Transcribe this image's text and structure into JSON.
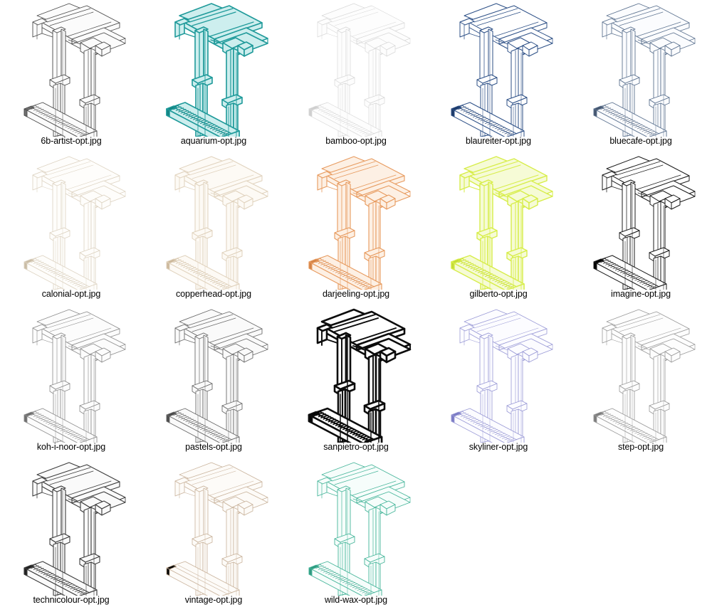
{
  "view": {
    "type": "thumbnail-grid",
    "columns": 5,
    "rows": 4,
    "background": "#ffffff",
    "item_count": 18
  },
  "items": [
    {
      "label": "6b-artist-opt.jpg",
      "stroke": "#4a4a4a",
      "fill": "#fbfbfb",
      "accent": "#6f6f6f",
      "stroke_width": 0.9,
      "opacity": 1
    },
    {
      "label": "aquarium-opt.jpg",
      "stroke": "#1f9a9a",
      "fill": "#cdeeee",
      "accent": "#13807f",
      "stroke_width": 1.6,
      "opacity": 1
    },
    {
      "label": "bamboo-opt.jpg",
      "stroke": "#d8d8d8",
      "fill": "#fdfdfd",
      "accent": "#cfcfcf",
      "stroke_width": 0.7,
      "opacity": 1
    },
    {
      "label": "blaureiter-opt.jpg",
      "stroke": "#2c4f86",
      "fill": "#ffffff",
      "accent": "#1d3a68",
      "stroke_width": 1.0,
      "opacity": 1
    },
    {
      "label": "bluecafe-opt.jpg",
      "stroke": "#5d7390",
      "fill": "#fbfcfe",
      "accent": "#46566f",
      "stroke_width": 0.9,
      "opacity": 1
    },
    {
      "label": "calonial-opt.jpg",
      "stroke": "#ddd3c2",
      "fill": "#fefdfb",
      "accent": "#cabda6",
      "stroke_width": 0.8,
      "opacity": 1
    },
    {
      "label": "copperhead-opt.jpg",
      "stroke": "#e0d2bd",
      "fill": "#fdfaf5",
      "accent": "#cbb79a",
      "stroke_width": 1.0,
      "opacity": 1
    },
    {
      "label": "darjeeling-opt.jpg",
      "stroke": "#e79a5e",
      "fill": "#fdf0e4",
      "accent": "#d48245",
      "stroke_width": 1.1,
      "opacity": 1
    },
    {
      "label": "gilberto-opt.jpg",
      "stroke": "#d7ed4a",
      "fill": "#f6fbd6",
      "accent": "#c3d934",
      "stroke_width": 1.4,
      "opacity": 1
    },
    {
      "label": "imagine-opt.jpg",
      "stroke": "#1b1b1b",
      "fill": "#ffffff",
      "accent": "#000000",
      "stroke_width": 1.0,
      "opacity": 1
    },
    {
      "label": "koh-i-noor-opt.jpg",
      "stroke": "#8c8c8c",
      "fill": "#fcfcfc",
      "accent": "#6e6e6e",
      "stroke_width": 0.8,
      "opacity": 1
    },
    {
      "label": "pastels-opt.jpg",
      "stroke": "#6b6b6b",
      "fill": "#fafafa",
      "accent": "#4b4b4b",
      "stroke_width": 0.9,
      "opacity": 1
    },
    {
      "label": "sanpietro-opt.jpg",
      "stroke": "#0c0c0c",
      "fill": "#ffffff",
      "accent": "#000000",
      "stroke_width": 2.6,
      "opacity": 1
    },
    {
      "label": "skyliner-opt.jpg",
      "stroke": "#9a9ad6",
      "fill": "#fcfcff",
      "accent": "#7b7bc4",
      "stroke_width": 0.8,
      "opacity": 1
    },
    {
      "label": "step-opt.jpg",
      "stroke": "#9a9a9a",
      "fill": "#fdfdfd",
      "accent": "#7c7c7c",
      "stroke_width": 0.8,
      "opacity": 1
    },
    {
      "label": "technicolour-opt.jpg",
      "stroke": "#3c3c3c",
      "fill": "#fafafa",
      "accent": "#202020",
      "stroke_width": 1.1,
      "opacity": 1
    },
    {
      "label": "vintage-opt.jpg",
      "stroke": "#c9b39c",
      "fill": "#fdfbf8",
      "accent": "#b29madd",
      "stroke_width": 0.8,
      "opacity": 1
    },
    {
      "label": "wild-wax-opt.jpg",
      "stroke": "#46b59a",
      "fill": "#f6fdfb",
      "accent": "#2f9a80",
      "stroke_width": 0.9,
      "opacity": 1
    }
  ]
}
